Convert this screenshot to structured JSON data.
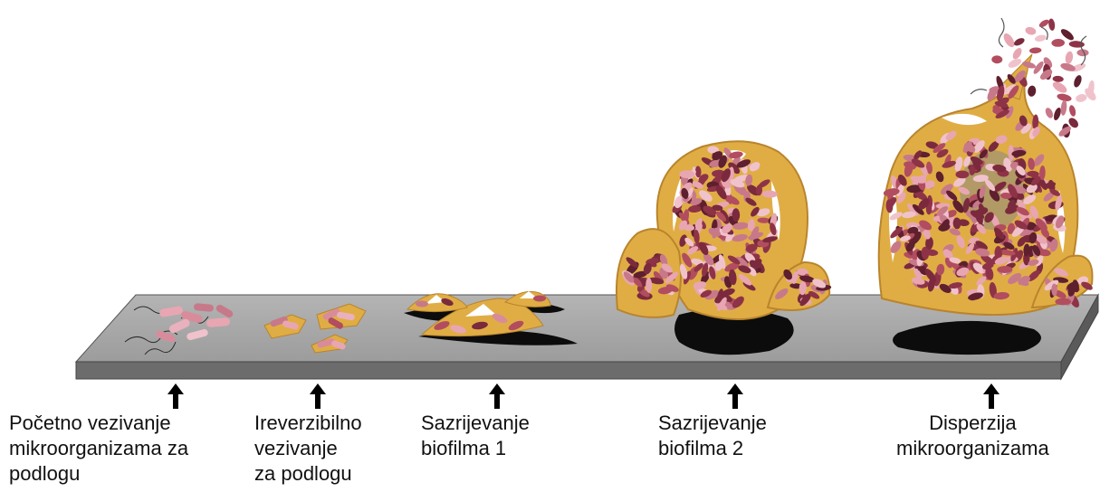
{
  "colors": {
    "substrate_top": "#a9a9a9",
    "substrate_front": "#6f6f6f",
    "matrix": "#e0ad45",
    "matrix_dark": "#b9842c",
    "bacteria_dark": "#7a2a3c",
    "bacteria_mid": "#b14d5f",
    "bacteria_light": "#e9b1bd",
    "shadow": "#0c0c0c"
  },
  "icons": [
    "up-arrow-icon"
  ],
  "stages": [
    {
      "lines": [
        "Početno vezivanje",
        "mikroorganizama za",
        "podlogu"
      ]
    },
    {
      "lines": [
        "Ireverzibilno",
        "vezivanje",
        "za podlogu"
      ]
    },
    {
      "lines": [
        "Sazrijevanje",
        "biofilma 1"
      ]
    },
    {
      "lines": [
        "Sazrijevanje",
        "biofilma 2"
      ]
    },
    {
      "lines": [
        "Disperzija",
        "mikroorganizama"
      ]
    }
  ]
}
